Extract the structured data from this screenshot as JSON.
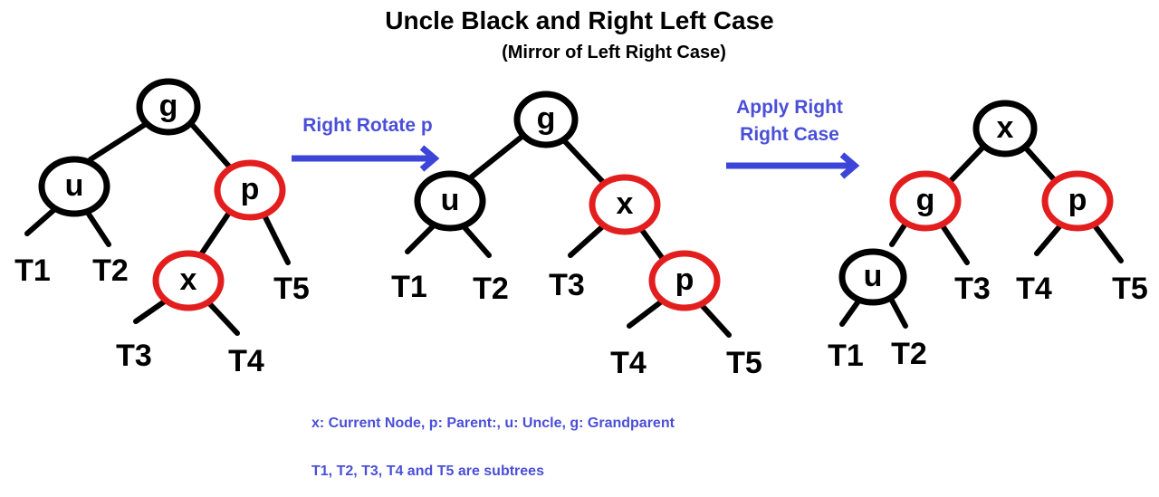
{
  "title": "Uncle Black and Right Left Case",
  "subtitle": "(Mirror of Left Right Case)",
  "steps": [
    {
      "label": "Right Rotate p"
    },
    {
      "label_line1": "Apply Right",
      "label_line2": "Right Case"
    }
  ],
  "legend": {
    "line1": "x: Current Node,  p: Parent:,  u: Uncle,  g: Grandparent",
    "line2": "T1, T2, T3, T4 and T5 are subtrees"
  },
  "colors": {
    "black_node": "#000000",
    "red_node": "#e31e1e",
    "arrow": "#3d44d8",
    "text_blue": "#4a4fd8"
  },
  "trees": [
    {
      "nodes": [
        {
          "id": "t1-g",
          "label": "g",
          "color": "black"
        },
        {
          "id": "t1-u",
          "label": "u",
          "color": "black"
        },
        {
          "id": "t1-p",
          "label": "p",
          "color": "red"
        },
        {
          "id": "t1-x",
          "label": "x",
          "color": "red"
        }
      ],
      "subtrees": [
        "T1",
        "T2",
        "T5",
        "T3",
        "T4"
      ]
    },
    {
      "nodes": [
        {
          "id": "t2-g",
          "label": "g",
          "color": "black"
        },
        {
          "id": "t2-u",
          "label": "u",
          "color": "black"
        },
        {
          "id": "t2-x",
          "label": "x",
          "color": "red"
        },
        {
          "id": "t2-p",
          "label": "p",
          "color": "red"
        }
      ],
      "subtrees": [
        "T1",
        "T2",
        "T3",
        "T4",
        "T5"
      ]
    },
    {
      "nodes": [
        {
          "id": "t3-x",
          "label": "x",
          "color": "black"
        },
        {
          "id": "t3-g",
          "label": "g",
          "color": "red"
        },
        {
          "id": "t3-p",
          "label": "p",
          "color": "red"
        },
        {
          "id": "t3-u",
          "label": "u",
          "color": "black"
        }
      ],
      "subtrees": [
        "T3",
        "T4",
        "T5",
        "T1",
        "T2"
      ]
    }
  ]
}
